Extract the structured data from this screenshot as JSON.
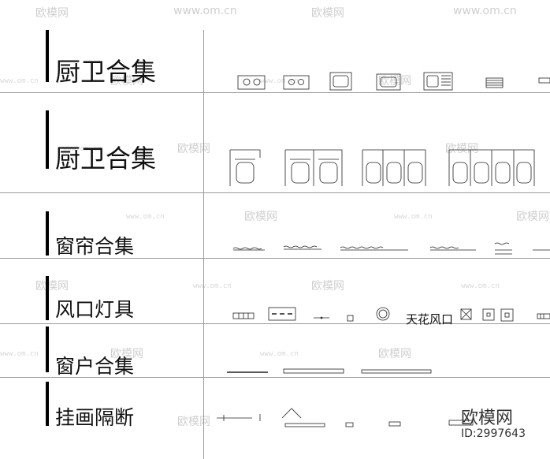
{
  "rows": [
    {
      "label": "厨卫合集"
    },
    {
      "label": "厨卫合集"
    },
    {
      "label": "窗帘合集"
    },
    {
      "label": "风口灯具"
    },
    {
      "label": "窗户合集"
    },
    {
      "label": "挂画隔断"
    }
  ],
  "callouts": {
    "ceiling_vent": "天花风口"
  },
  "watermark": {
    "brand": "欧模网",
    "url": "www.om.cn"
  },
  "brand_stamp": {
    "name": "欧模网",
    "id": "ID:2997643"
  }
}
